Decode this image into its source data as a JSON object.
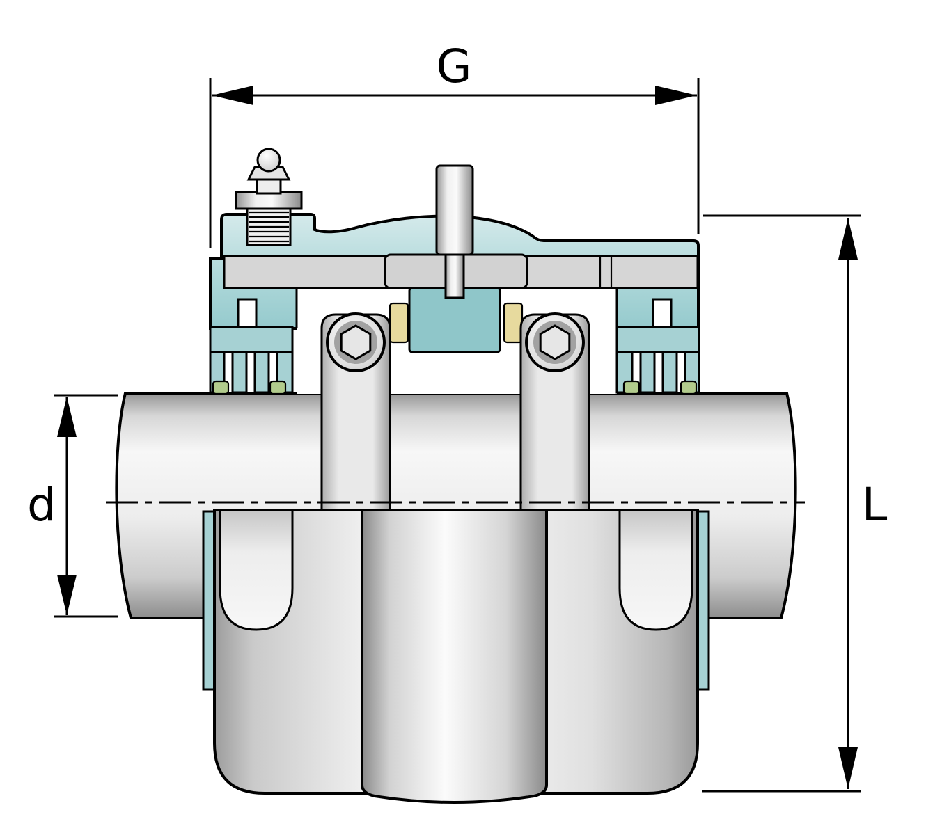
{
  "diagram": {
    "dimensions": {
      "G": {
        "label": "G",
        "orientation": "horizontal",
        "position": "top"
      },
      "d": {
        "label": "d",
        "orientation": "vertical",
        "position": "left"
      },
      "L": {
        "label": "L",
        "orientation": "vertical",
        "position": "right"
      }
    },
    "centerline_style": "dash-dot",
    "colors": {
      "background": "#ffffff",
      "outline": "#000000",
      "teal_light": "#d5eaeb",
      "teal_mid": "#a6d1d3",
      "teal_deep": "#8fc6c9",
      "seal_green": "#b2cc8d",
      "cage_yellow": "#e7da9e",
      "metal_light": "#f4f4f4",
      "metal_mid": "#d6d6d6",
      "metal_dark": "#8f8f8f"
    }
  }
}
